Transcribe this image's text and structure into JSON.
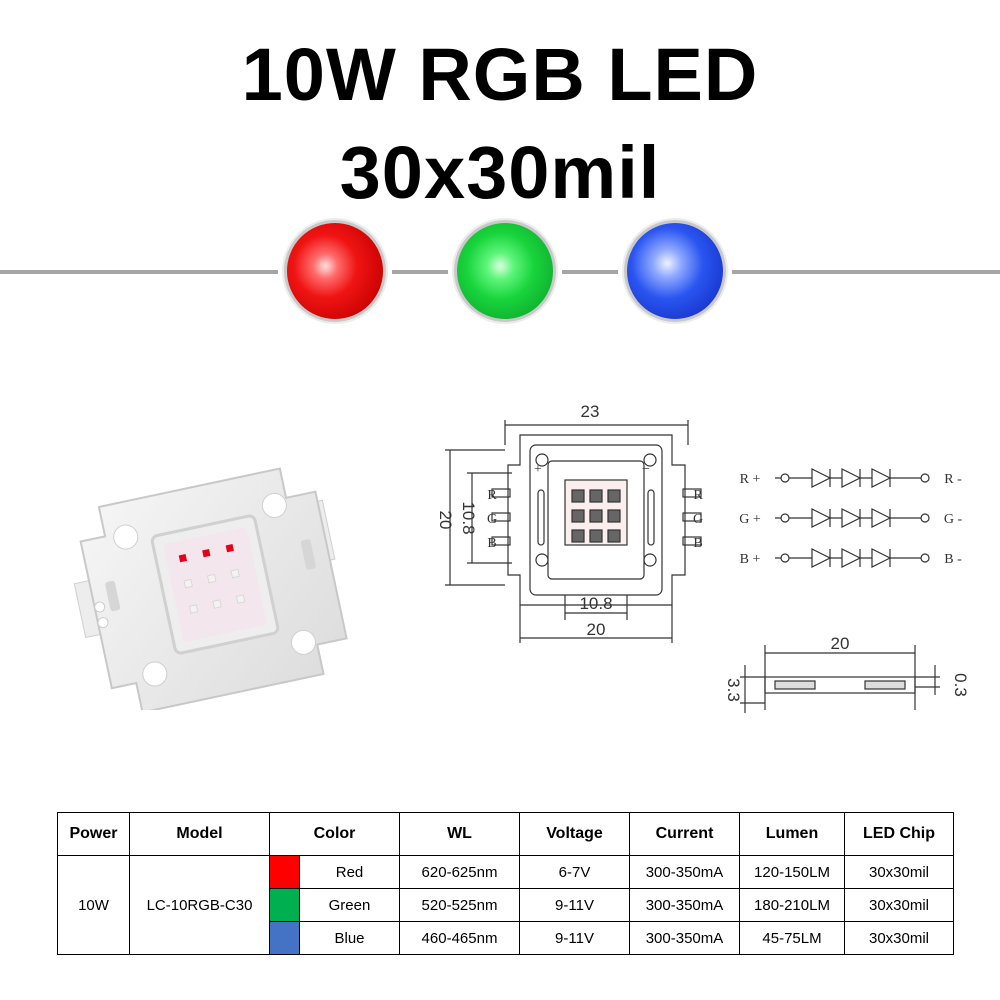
{
  "title_line1": "10W RGB LED",
  "title_line2": "30x30mil",
  "drawing": {
    "dim_width_top": "23",
    "dim_height_left": "20",
    "dim_chip_height": "10.8",
    "dim_chip_width": "10.8",
    "dim_base_width": "20",
    "dim_side_width": "20",
    "dim_side_height": "3.3",
    "dim_side_thickness": "0.3",
    "plus_label": "+",
    "minus_label": "−",
    "pin_r": "R",
    "pin_g": "G",
    "pin_b": "B",
    "circuit": {
      "r_plus": "R +",
      "r_minus": "R -",
      "g_plus": "G +",
      "g_minus": "G -",
      "b_plus": "B +",
      "b_minus": "B -"
    }
  },
  "table": {
    "headers": [
      "Power",
      "Model",
      "Color",
      "WL",
      "Voltage",
      "Current",
      "Lumen",
      "LED Chip"
    ],
    "power": "10W",
    "model": "LC-10RGB-C30",
    "rows": [
      {
        "color": "Red",
        "swatch": "#ff0000",
        "wl": "620-625nm",
        "voltage": "6-7V",
        "current": "300-350mA",
        "lumen": "120-150LM",
        "chip": "30x30mil"
      },
      {
        "color": "Green",
        "swatch": "#00b050",
        "wl": "520-525nm",
        "voltage": "9-11V",
        "current": "300-350mA",
        "lumen": "180-210LM",
        "chip": "30x30mil"
      },
      {
        "color": "Blue",
        "swatch": "#4472c4",
        "wl": "460-465nm",
        "voltage": "9-11V",
        "current": "300-350mA",
        "lumen": "45-75LM",
        "chip": "30x30mil"
      }
    ]
  }
}
